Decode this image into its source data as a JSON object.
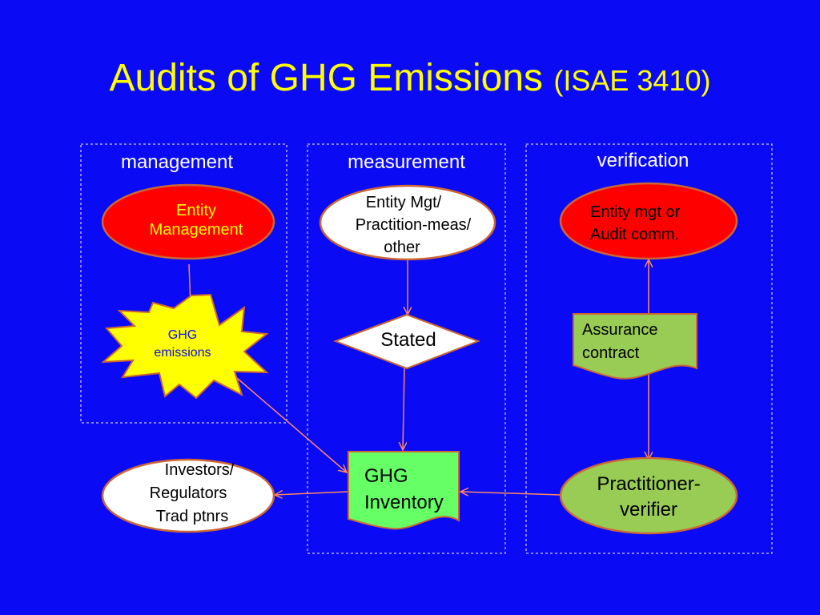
{
  "title": {
    "main": "Audits of GHG Emissions",
    "sub": "(ISAE 3410)"
  },
  "panels": {
    "management": "management",
    "measurement": "measurement",
    "verification": "verification"
  },
  "nodes": {
    "entity_management": {
      "line1": "Entity",
      "line2": "Management"
    },
    "ghg_emissions": {
      "line1": "GHG",
      "line2": "emissions"
    },
    "entity_mgt_meas": {
      "line1": "Entity Mgt/",
      "line2": "Practition-meas/",
      "line3": "other"
    },
    "stated": {
      "label": "Stated"
    },
    "entity_mgt_audit": {
      "line1": "Entity mgt or",
      "line2": "Audit comm."
    },
    "assurance_contract": {
      "line1": "Assurance",
      "line2": "contract"
    },
    "investors": {
      "line1": "Investors/",
      "line2": "Regulators",
      "line3": "Trad ptnrs"
    },
    "ghg_inventory": {
      "line1": "GHG",
      "line2": "Inventory"
    },
    "practitioner_verifier": {
      "line1": "Practitioner-",
      "line2": "verifier"
    }
  },
  "colors": {
    "background": "#0a0af5",
    "title": "#ffff00",
    "entity_red": "#ff0000",
    "starburst": "#ffff00",
    "document_green": "#99cc55",
    "inventory_green": "#66ff66",
    "practitioner_green": "#99cc55",
    "border": "#cc6633",
    "connector": "#ff8866"
  }
}
